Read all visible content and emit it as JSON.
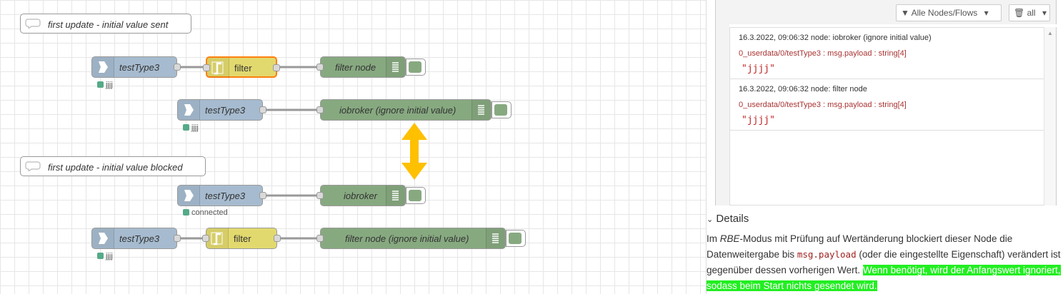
{
  "comments": [
    "first update - initial value sent",
    "first update - initial value blocked"
  ],
  "nodes": {
    "inject_label": "testType3",
    "filter_label": "filter",
    "debug1": "filter node",
    "debug2": "iobroker (ignore initial value)",
    "debug3": "iobroker",
    "debug4": "filter node (ignore initial value)"
  },
  "status": {
    "s1": "jjjj",
    "s2": "jjjj",
    "s3": "connected",
    "s4": "jjjj"
  },
  "sidebar": {
    "filter_button": "Alle Nodes/Flows",
    "clear_button": "all",
    "messages": [
      {
        "meta": "16.3.2022, 09:06:32   node: iobroker (ignore initial value)",
        "topic": "0_userdata/0/testType3 : msg.payload : string[4]",
        "value": "\"jjjj\""
      },
      {
        "meta": "16.3.2022, 09:06:32   node: filter node",
        "topic": "0_userdata/0/testType3 : msg.payload : string[4]",
        "value": "\"jjjj\""
      }
    ],
    "details_title": "Details",
    "details": {
      "p1": "Im ",
      "rbe": "RBE",
      "p2": "-Modus mit Prüfung auf Wertänderung blockiert dieser Node die Datenweitergabe bis ",
      "code": "msg.payload",
      "p3": " (oder die eingestellte Eigenschaft) verändert ist gegenüber dessen vorherigen Wert. ",
      "highlight": "Wenn benötigt, wird der Anfangswert ignoriert, sodass beim Start nichts gesendet wird."
    }
  },
  "colors": {
    "inject": "#a6bbcf",
    "filter": "#e2d96e",
    "debug": "#87a980",
    "selected": "#ff7f0e",
    "arrow": "#ffc000",
    "highlight": "#22ee22"
  }
}
